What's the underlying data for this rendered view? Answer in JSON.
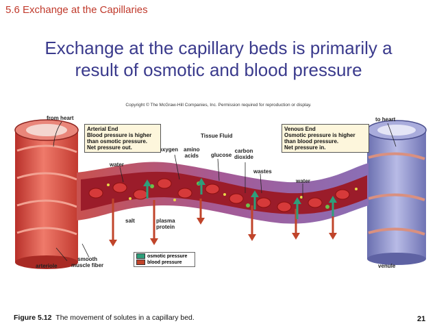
{
  "header": {
    "section_title": "5.6 Exchange at the Capillaries",
    "headline_line1": "Exchange at the capillary beds is primarily a",
    "headline_line2": "result of osmotic and blood pressure"
  },
  "copyright": "Copyright © The McGraw-Hill Companies, Inc. Permission required for reproduction or display.",
  "labels": {
    "from_heart": "from heart",
    "to_heart": "to heart",
    "tissue_fluid": "Tissue Fluid",
    "oxygen": "oxygen",
    "amino_acids_1": "amino",
    "amino_acids_2": "acids",
    "glucose": "glucose",
    "carbon_dioxide_1": "carbon",
    "carbon_dioxide_2": "dioxide",
    "wastes": "wastes",
    "water_left": "water",
    "water_right": "water",
    "salt": "salt",
    "plasma_protein_1": "plasma",
    "plasma_protein_2": "protein",
    "arteriole": "arteriole",
    "smooth_muscle_1": "smooth",
    "smooth_muscle_2": "muscle fiber",
    "venule": "venule"
  },
  "arterial_box": {
    "line1": "Arterial End",
    "line2": "Blood pressure is higher",
    "line3": "than osmotic pressure.",
    "line4": "Net pressure out."
  },
  "venous_box": {
    "line1": "Venous End",
    "line2": "Osmotic pressure is higher",
    "line3": "than blood pressure.",
    "line4": "Net pressure in."
  },
  "legend": {
    "osmotic": "osmotic pressure",
    "blood": "blood pressure",
    "osmotic_color": "#2e9e7a",
    "blood_color": "#c0442a"
  },
  "caption": {
    "figure": "Figure 5.12",
    "text": "The movement of solutes in a capillary bed."
  },
  "page_number": "21",
  "colors": {
    "section": "#c0392b",
    "headline": "#3a3a8c",
    "arteriole": "#d9534a",
    "venule": "#8a8fc9",
    "capillary": "#b05a8a",
    "blood": "#9b1c2a"
  }
}
